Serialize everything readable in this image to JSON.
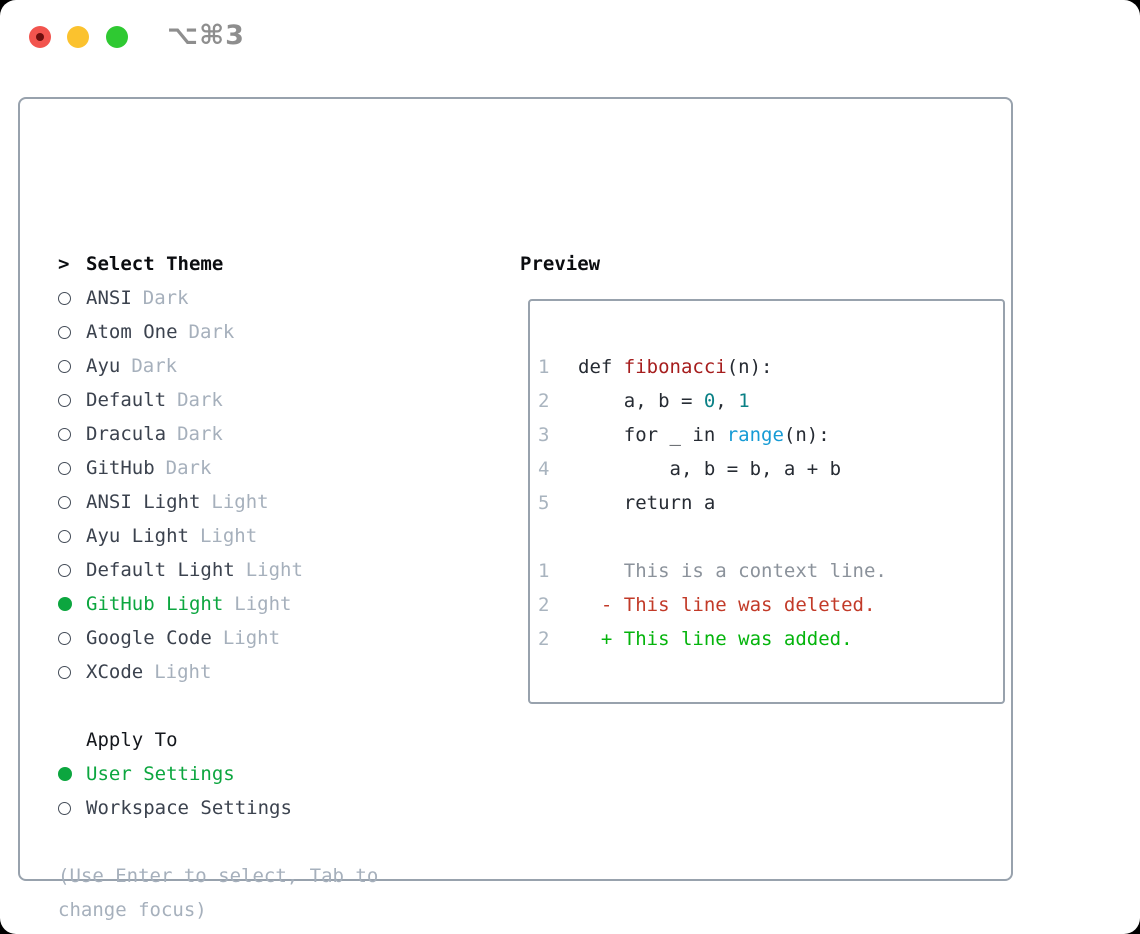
{
  "window": {
    "shortcut_label": "⌥⌘3"
  },
  "theme_picker": {
    "header_prefix": ">",
    "header": "Select Theme",
    "items": [
      {
        "name": "ANSI",
        "variant": "Dark",
        "selected": false
      },
      {
        "name": "Atom One",
        "variant": "Dark",
        "selected": false
      },
      {
        "name": "Ayu",
        "variant": "Dark",
        "selected": false
      },
      {
        "name": "Default",
        "variant": "Dark",
        "selected": false
      },
      {
        "name": "Dracula",
        "variant": "Dark",
        "selected": false
      },
      {
        "name": "GitHub",
        "variant": "Dark",
        "selected": false
      },
      {
        "name": "ANSI Light",
        "variant": "Light",
        "selected": false
      },
      {
        "name": "Ayu Light",
        "variant": "Light",
        "selected": false
      },
      {
        "name": "Default Light",
        "variant": "Light",
        "selected": false
      },
      {
        "name": "GitHub Light",
        "variant": "Light",
        "selected": true
      },
      {
        "name": "Google Code",
        "variant": "Light",
        "selected": false
      },
      {
        "name": "XCode",
        "variant": "Light",
        "selected": false
      }
    ]
  },
  "apply_to": {
    "header": "Apply To",
    "options": [
      {
        "label": "User Settings",
        "selected": true
      },
      {
        "label": "Workspace Settings",
        "selected": false
      }
    ]
  },
  "hint": "(Use Enter to select, Tab to change focus)",
  "preview": {
    "header": "Preview",
    "lines": [
      {
        "num": "1",
        "type": "code-line",
        "tokens": [
          [
            "def ",
            "plain"
          ],
          [
            "fibonacci",
            "function"
          ],
          [
            "(n):",
            "plain"
          ]
        ]
      },
      {
        "num": "2",
        "type": "code-line",
        "tokens": [
          [
            "    a, b = ",
            "plain"
          ],
          [
            "0",
            "number"
          ],
          [
            ", ",
            "plain"
          ],
          [
            "1",
            "number"
          ]
        ]
      },
      {
        "num": "3",
        "type": "code-line",
        "tokens": [
          [
            "    for _ in ",
            "plain"
          ],
          [
            "range",
            "builtin"
          ],
          [
            "(n):",
            "plain"
          ]
        ]
      },
      {
        "num": "4",
        "type": "code-line",
        "tokens": [
          [
            "        a, b = b, a + b",
            "plain"
          ]
        ]
      },
      {
        "num": "5",
        "type": "code-line",
        "tokens": [
          [
            "    return a",
            "plain"
          ]
        ]
      },
      {
        "num": "",
        "type": "blank-line",
        "tokens": []
      },
      {
        "num": "1",
        "type": "diff-context-line",
        "tokens": [
          [
            "    This is a context line.",
            "context"
          ]
        ]
      },
      {
        "num": "2",
        "type": "diff-deleted-line",
        "tokens": [
          [
            "  - This line was deleted.",
            "deleted"
          ]
        ]
      },
      {
        "num": "2",
        "type": "diff-added-line",
        "tokens": [
          [
            "  + This line was added.",
            "added"
          ]
        ]
      }
    ]
  },
  "colors": {
    "accent_green": "#0ca63f",
    "diff_added": "#04b40c",
    "diff_deleted": "#c23a28",
    "syntax_function": "#a61d1d",
    "syntax_number": "#0b8186",
    "syntax_builtin": "#169bd5",
    "muted_text": "#a6b0bc",
    "primary_text": "#3b424e",
    "panel_border": "#98a2ad",
    "traffic_red": "#f2544e",
    "traffic_yellow": "#fbc22e",
    "traffic_green": "#2fc932"
  }
}
